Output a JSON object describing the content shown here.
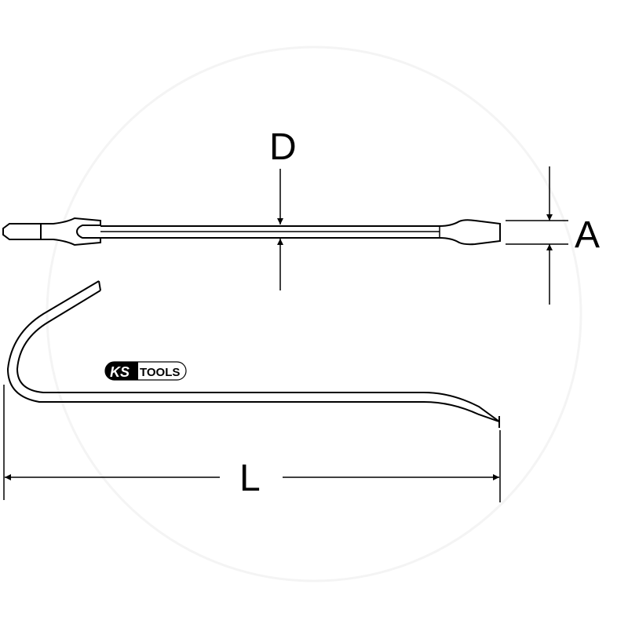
{
  "dimensions": {
    "diameter": "D",
    "tip_width": "A",
    "length": "L"
  },
  "logo": {
    "brand_left": "KS",
    "brand_right": "TOOLS"
  },
  "colors": {
    "line": "#000000",
    "background": "#ffffff"
  }
}
